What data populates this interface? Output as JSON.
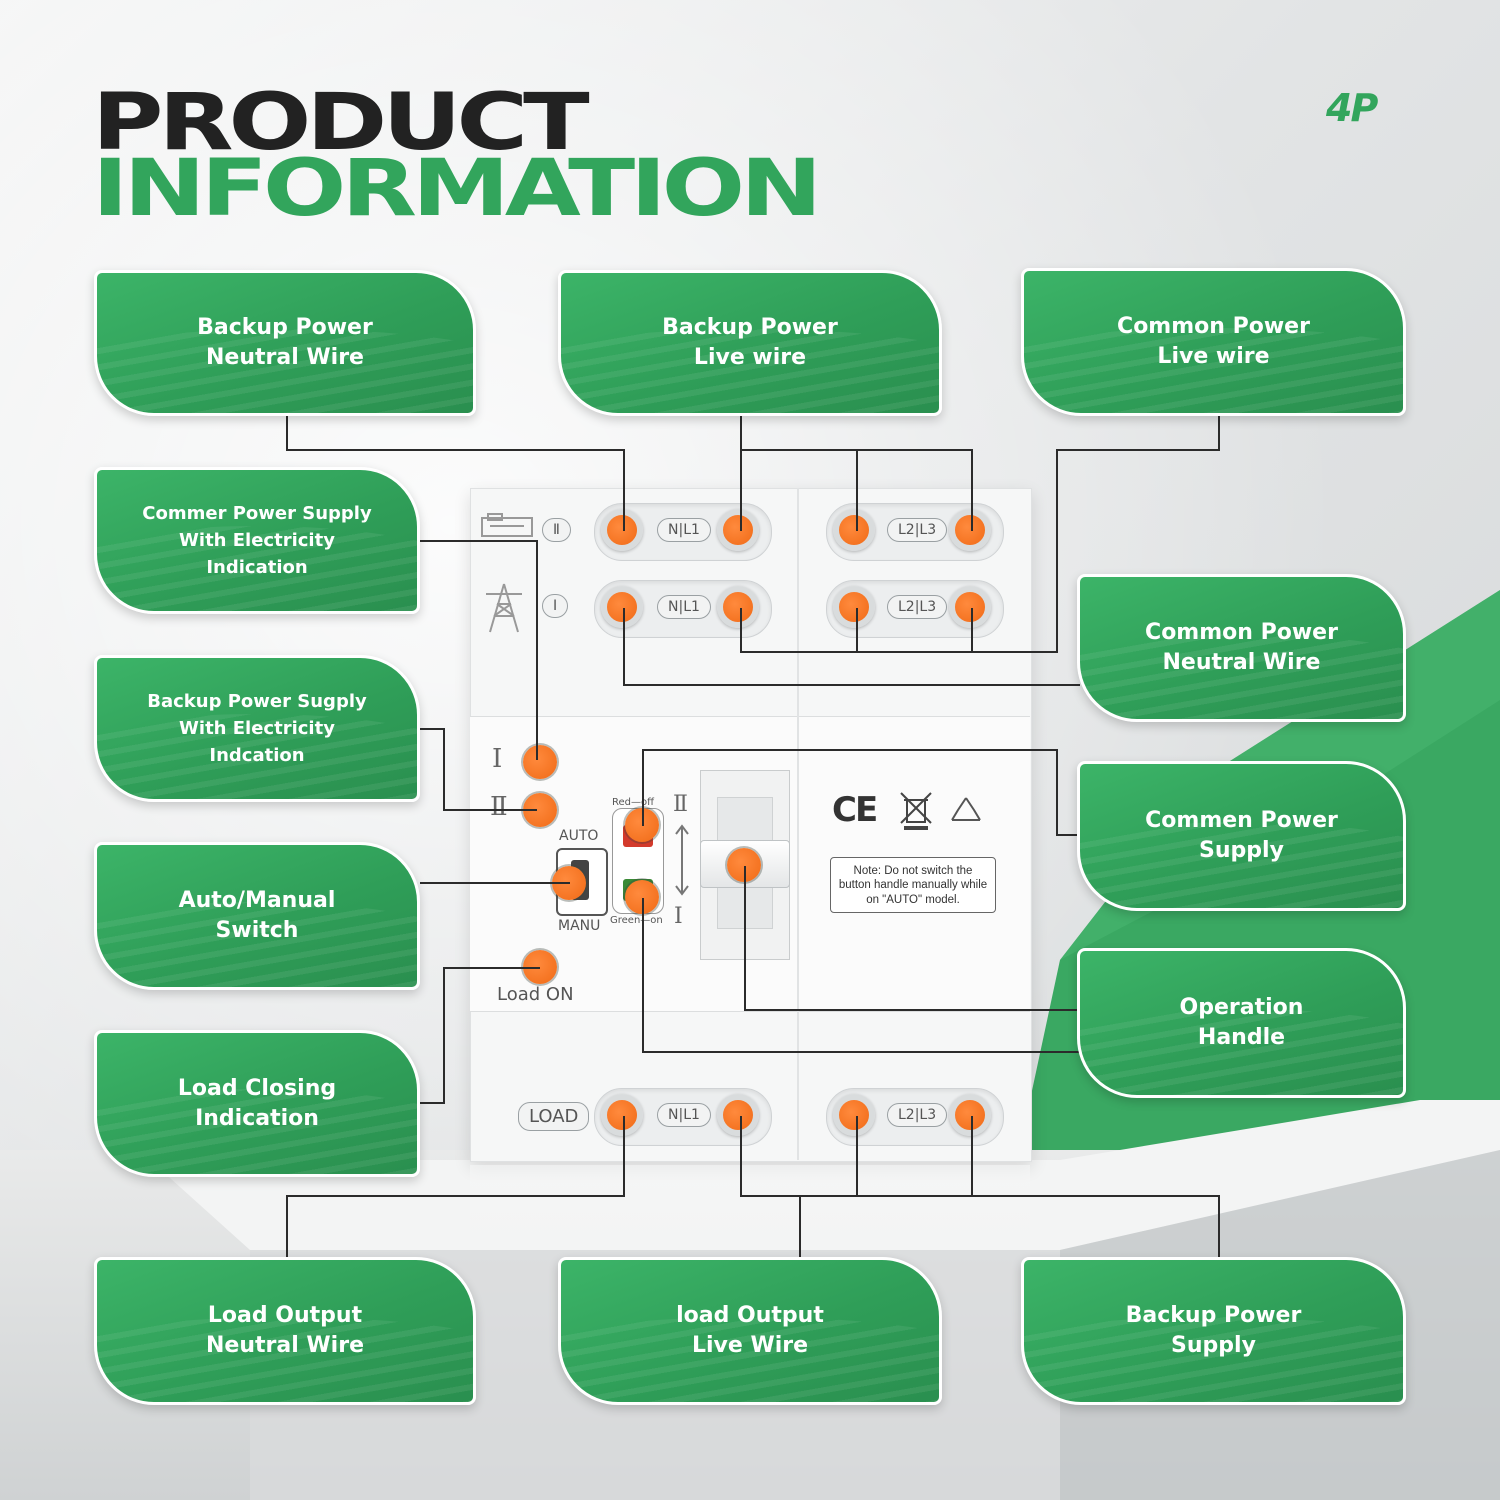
{
  "title_line1": "PRODUCT",
  "title_line2": "INFORMATION",
  "badge": "4P",
  "labels": {
    "backup_power_neutral": "Backup Power\nNeutral Wire",
    "backup_power_live": "Backup Power\nLive wire",
    "common_power_live": "Common Power\nLive wire",
    "commer_supply_indication": "Commer Power Supply\nWith Electricity\nIndication",
    "common_power_neutral": "Common Power\nNeutral Wire",
    "backup_supply_indication": "Backup Power Sugply\nWith Electricity\nIndcation",
    "commen_power_supply": "Commen Power\nSupply",
    "auto_manual_switch": "Auto/Manual\nSwitch",
    "operation_handle": "Operation\nHandle",
    "load_closing_indication": "Load Closing\nIndication",
    "load_output_neutral": "Load Output\nNeutral Wire",
    "load_output_live": "load Output\nLive Wire",
    "backup_power_supply": "Backup Power\nSupply"
  },
  "device": {
    "row1_symbol": "Ⅱ",
    "row2_symbol": "Ⅰ",
    "load_tag": "LOAD",
    "pair_nl1": "N|L1",
    "pair_l2l3": "L2|L3",
    "ind_one": "Ⅰ",
    "ind_two": "Ⅱ",
    "auto": "AUTO",
    "manu": "MANU",
    "red_off": "Red—off",
    "green_on": "Green—on",
    "pos_two": "Ⅱ",
    "pos_one": "Ⅰ",
    "load_on": "Load  ON",
    "ce": "CE",
    "note": "Note: Do not switch the button handle manually while on \"AUTO\" model."
  }
}
